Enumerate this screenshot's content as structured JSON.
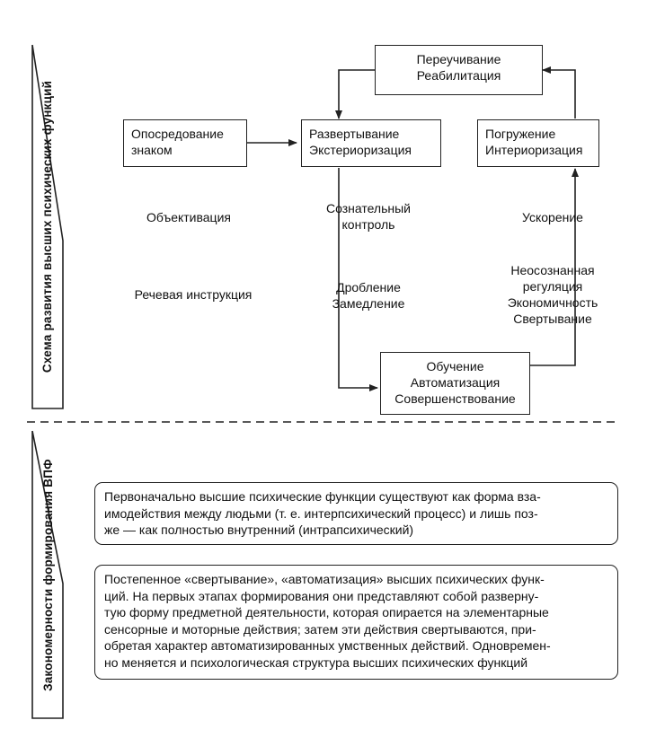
{
  "sections": {
    "scheme_title": "Схема развития высших психических функций",
    "laws_title": "Закономерности формирования ВПФ"
  },
  "boxes": {
    "mediation": [
      "Опосредование",
      "знаком"
    ],
    "unfolding": [
      "Развертывание",
      "Экстериоризация"
    ],
    "relearning": [
      "Переучивание",
      "Реабилитация"
    ],
    "immersion": [
      "Погружение",
      "Интериоризация"
    ],
    "learning": [
      "Обучение",
      "Автоматизация",
      "Совершенствование"
    ]
  },
  "labels": {
    "objectification": "Объективация",
    "speech_instruction": "Речевая инструкция",
    "conscious_control": [
      "Сознательный",
      "контроль"
    ],
    "fragmentation": [
      "Дробление",
      "Замедление"
    ],
    "acceleration": "Ускорение",
    "unconscious": [
      "Неосознанная",
      "регуляция",
      "Экономичность",
      "Свертывание"
    ]
  },
  "rules": [
    [
      "Первоначально высшие психические функции существуют как форма вза-",
      "имодействия между людьми (т. е. интерпсихический процесс) и лишь поз-",
      "же — как полностью внутренний (интрапсихический)"
    ],
    [
      "Постепенное «свертывание», «автоматизация» высших психических функ-",
      "ций. На первых этапах формирования они представляют собой разверну-",
      "тую форму предметной деятельности, которая опирается на элементарные",
      "сенсорные и моторные действия; затем эти действия свертываются, при-",
      "обретая характер автоматизированных умственных действий. Одновремен-",
      "но меняется и психологическая структура высших психических функций"
    ]
  ]
}
